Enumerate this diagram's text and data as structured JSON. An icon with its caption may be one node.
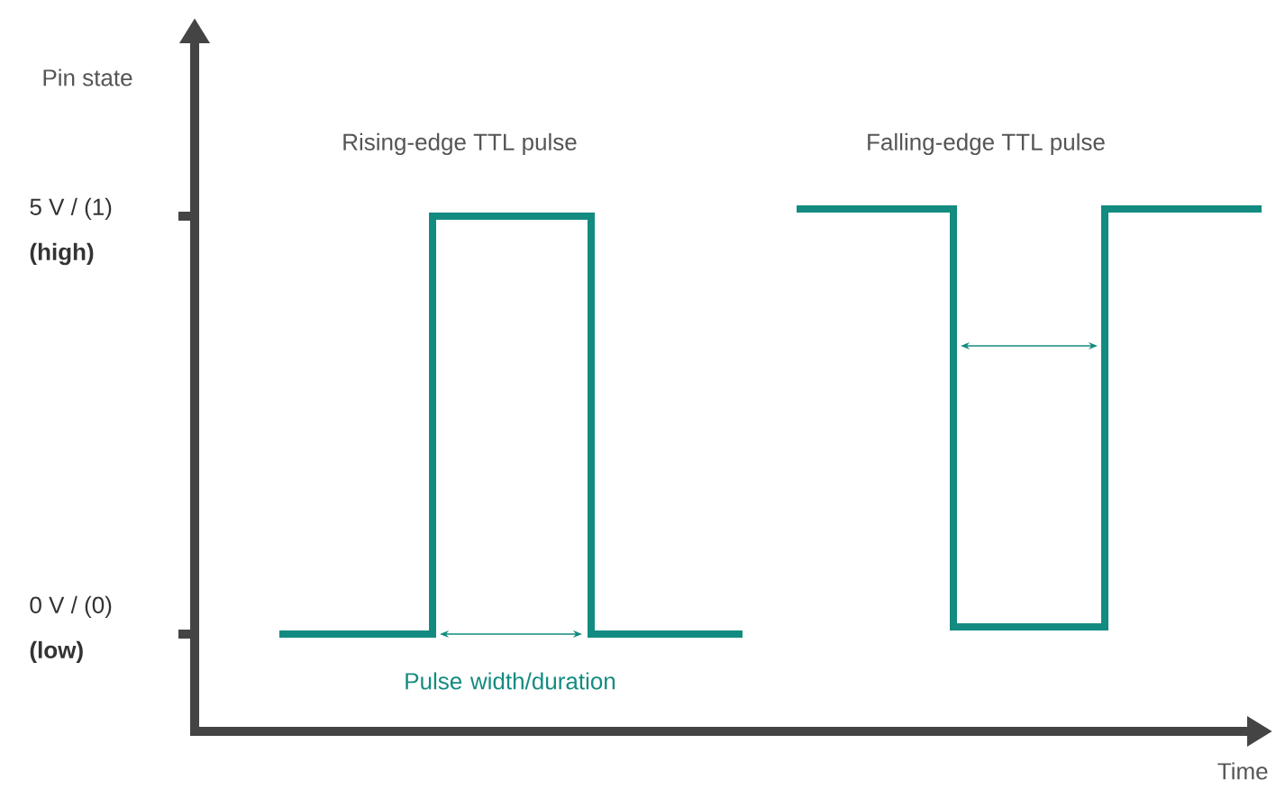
{
  "diagram": {
    "labels": [
      "Pin state",
      "Rising-edge TTL pulse",
      "Falling-edge TTL pulse",
      "5 V / (1)",
      "(high)",
      "0 V / (0)",
      "(low)",
      "Pulse width/duration",
      "Time"
    ]
  }
}
